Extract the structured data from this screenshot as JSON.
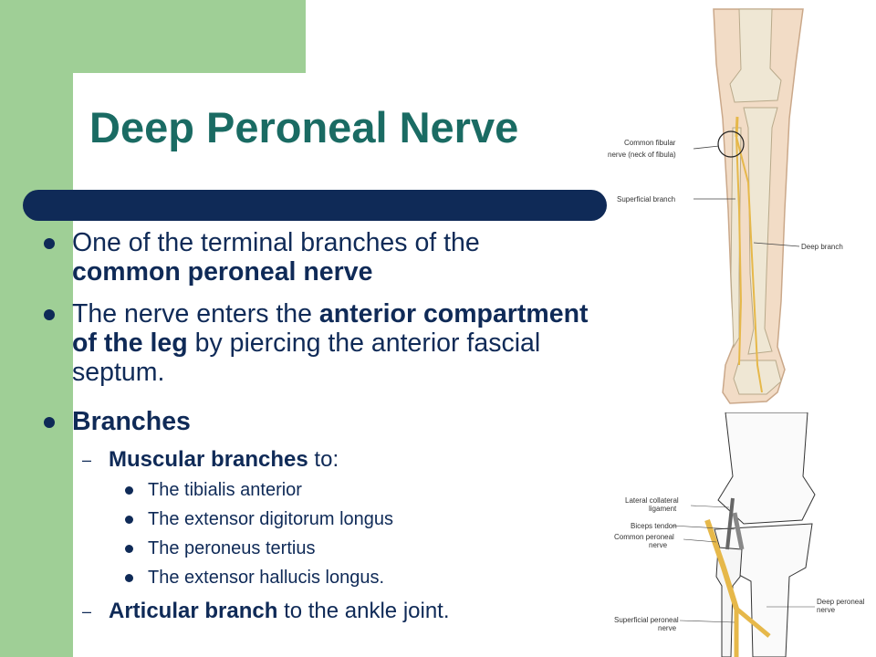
{
  "slide": {
    "title": "Deep Peroneal Nerve",
    "bullets": {
      "b1_text": "One of the terminal branches of the",
      "b1_bold": "common peroneal nerve",
      "b2_pre": "The nerve enters the",
      "b2_bold": "anterior compartment of the leg",
      "b2_post": "by piercing the anterior fascial septum.",
      "b3_bold": "Branches",
      "sub1_bold": "Muscular branches",
      "sub1_text": "to:",
      "muscles": [
        "The tibialis anterior",
        "The extensor digitorum longus",
        "The peroneus tertius",
        "The extensor hallucis longus."
      ],
      "sub2_bold": "Articular branch",
      "sub2_text": "to the ankle joint."
    },
    "dash": "–"
  },
  "figure_top": {
    "labels": [
      "Common fibular nerve (neck of fibula)",
      "Superficial branch",
      "Deep branch"
    ],
    "label_line1": "Common fibular",
    "label_line2": "nerve (neck of fibula)"
  },
  "figure_bottom": {
    "lateral_1": "Lateral collateral",
    "lateral_2": "ligament",
    "biceps": "Biceps tendon",
    "common_1": "Common peroneal",
    "common_2": "nerve",
    "deep_1": "Deep peroneal",
    "deep_2": "nerve",
    "superficial_1": "Superficial peroneal",
    "superficial_2": "nerve"
  },
  "colors": {
    "green": "#9fcf96",
    "title_teal": "#1a6b63",
    "navy": "#0f2a57",
    "nerve": "#e6b84a"
  }
}
